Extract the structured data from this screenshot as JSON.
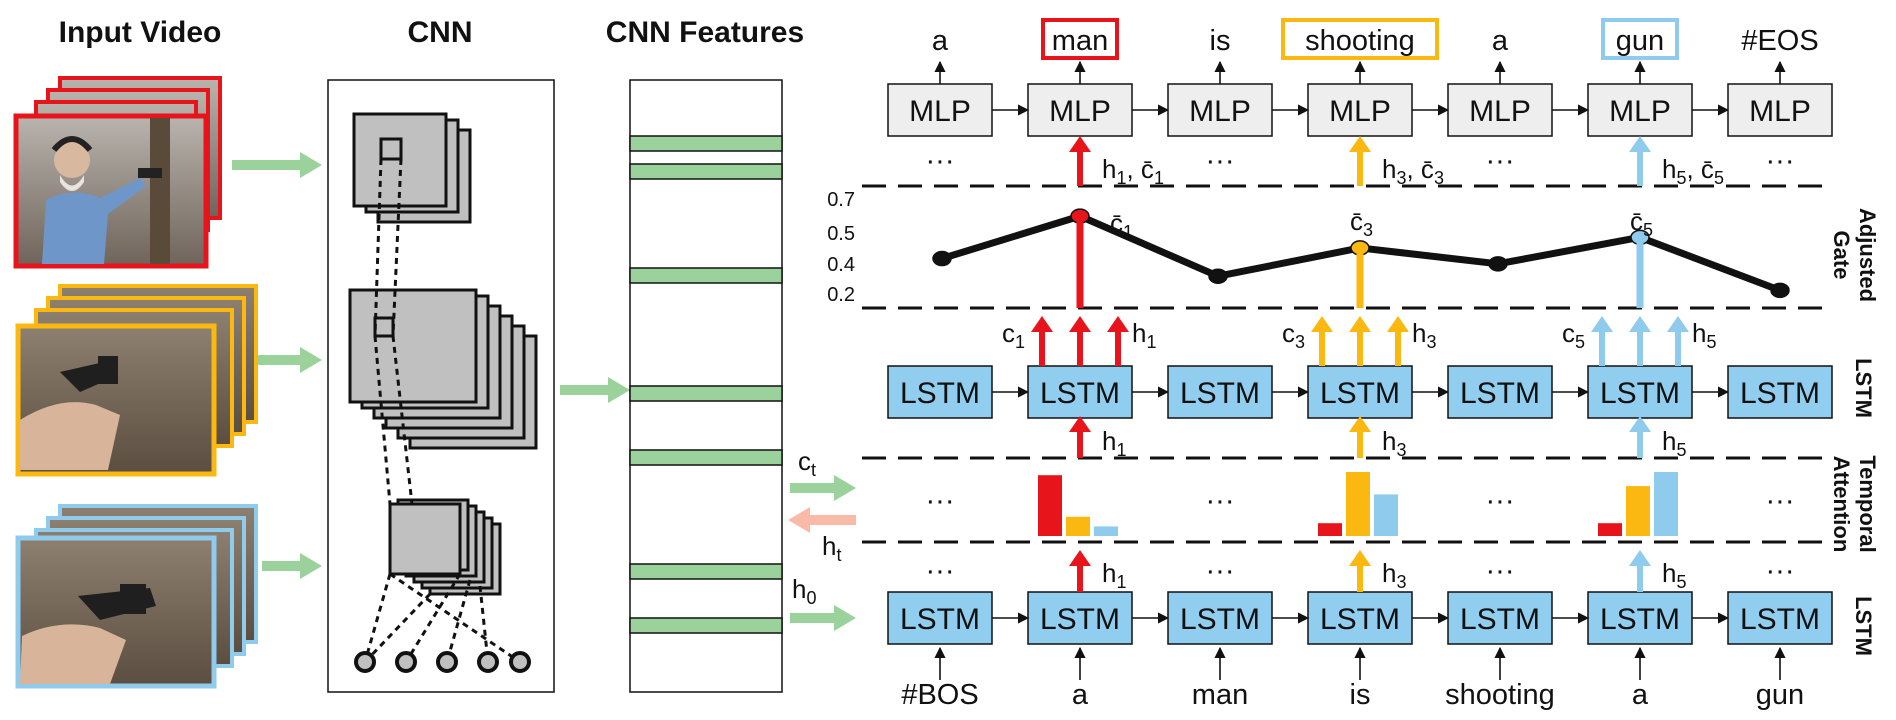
{
  "headers": {
    "input_video": "Input Video",
    "cnn": "CNN",
    "cnn_features": "CNN Features"
  },
  "output_words": [
    "a",
    "man",
    "is",
    "shooting",
    "a",
    "gun",
    "#EOS"
  ],
  "input_words": [
    "#BOS",
    "a",
    "man",
    "is",
    "shooting",
    "a",
    "gun"
  ],
  "mlp_label": "MLP",
  "lstm_label": "LSTM",
  "ellipsis": "···",
  "side_labels": {
    "adjusted_gate": [
      "Adjusted",
      "Gate"
    ],
    "lstm_top": "LSTM",
    "temporal_attention": [
      "Temporal",
      "Attention"
    ],
    "lstm_bottom": "LSTM"
  },
  "gate_ticks": [
    "0.7",
    "0.5",
    "0.4",
    "0.2"
  ],
  "gate_values": [
    0.38,
    0.62,
    0.28,
    0.44,
    0.35,
    0.5,
    0.2
  ],
  "attention_bars": [
    [
      0.95,
      0.3,
      0.15
    ],
    [
      0.2,
      1.0,
      0.65
    ],
    [
      0.2,
      0.78,
      1.0
    ]
  ],
  "labels": {
    "h": "h",
    "c": "c",
    "cbar": "c̄",
    "sub1": "1",
    "sub3": "3",
    "sub5": "5",
    "ct": "c",
    "ht": "h",
    "h0": "h",
    "sub_t": "t",
    "sub_0": "0",
    "comma": ","
  },
  "colors": {
    "red": "#e8141b",
    "yellow": "#fbb811",
    "blue": "#8fcbec",
    "green": "#9bd19b",
    "salmon": "#f9bba7",
    "lstm_fill": "#91cdee",
    "mlp_fill": "#eeeeee",
    "gray": "#c0c0c0"
  }
}
